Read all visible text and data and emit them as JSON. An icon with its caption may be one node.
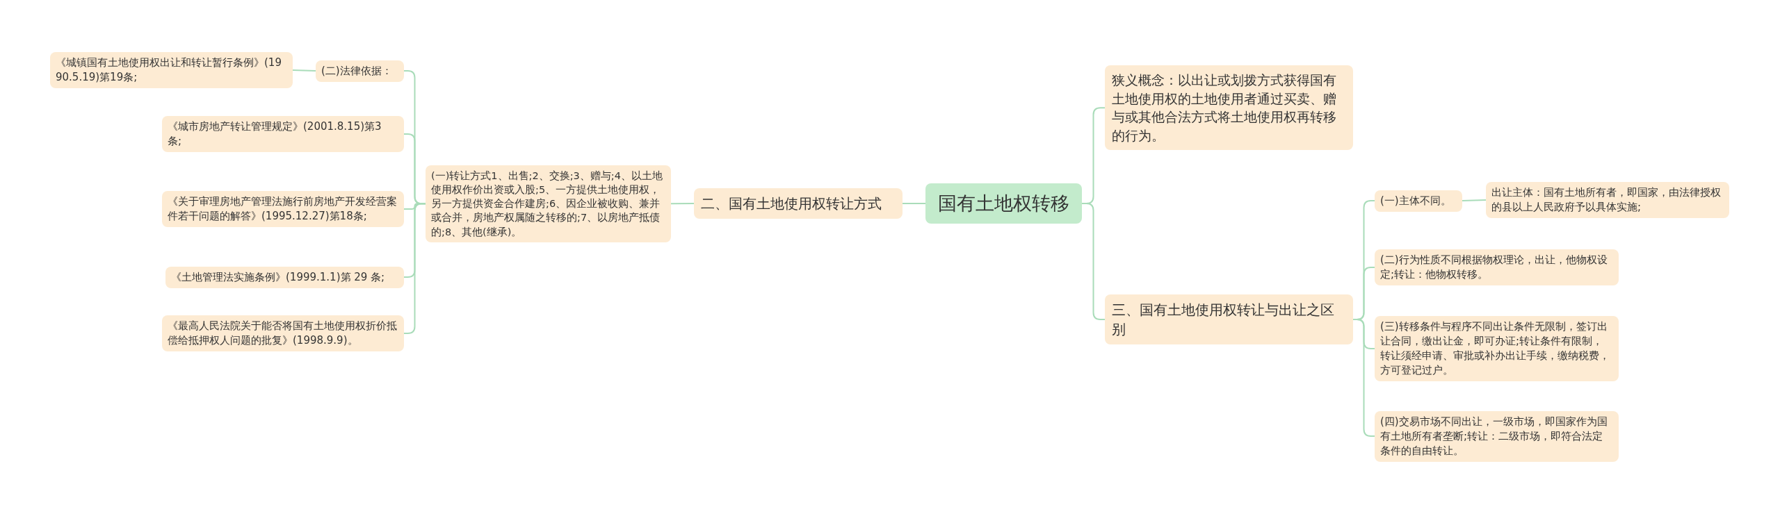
{
  "diagram": {
    "nodes": [
      {
        "text": [
          "国有土地权转移"
        ]
      },
      {
        "text": [
          "二、国有土地使用权转让方式"
        ]
      },
      {
        "text": [
          "(一)转让方式1、出售;2、交换;3、赠与;4、以土地使用权作价出资或入股;5、一方提供土地使用权，另一方提供资金合作建房;6、因企业被收购、兼并或合并，房地产权属随之转移的;7、以房地产抵债的;8、其他(继承)。"
        ]
      },
      {
        "text": [
          "(二)法律依据："
        ]
      },
      {
        "text": [
          "《城镇国有土地使用权出让和转让暂行条例》(1990.5.19)第19条;"
        ]
      },
      {
        "text": [
          "《城市房地产转让管理规定》(2001.8.15)第3 条;"
        ]
      },
      {
        "text": [
          "《关于审理房地产管理法施行前房地产开发经营案件若干问题的解答》(1995.12.27)第18条;"
        ]
      },
      {
        "text": [
          "《土地管理法实施条例》(1999.1.1)第 29 条;"
        ]
      },
      {
        "text": [
          "《最高人民法院关于能否将国有土地使用权折价抵偿给抵押权人问题的批复》(1998.9.9)。"
        ]
      },
      {
        "text": [
          "狭义概念：以出让或划拨方式获得国有土地使用权的土地使用者通过买卖、赠与或其他合法方式将土地使用权再转移的行为。"
        ]
      },
      {
        "text": [
          "三、国有土地使用权转让与出让之区别"
        ]
      },
      {
        "text": [
          "(一)主体不同。"
        ]
      },
      {
        "text": [
          "出让主体：国有土地所有者，即国家，由法律授权的县以上人民政府予以具体实施;"
        ]
      },
      {
        "text": [
          "(二)行为性质不同根据物权理论，出让，他物权设定;转让：他物权转移。"
        ]
      },
      {
        "text": [
          "(三)转移条件与程序不同出让条件无限制，签订出让合同，缴出让金，即可办证;转让条件有限制，转让须经申请、审批或补办出让手续，缴纳税费，方可登记过户。"
        ]
      },
      {
        "text": [
          "(四)交易市场不同出让，一级市场，即国家作为国有土地所有者垄断;转让：二级市场，即符合法定条件的自由转让。"
        ]
      }
    ],
    "edges": [
      {
        "from": 0,
        "to": 1,
        "arrow": "none"
      },
      {
        "from": 1,
        "to": 2,
        "arrow": "none"
      },
      {
        "from": 2,
        "to": 3,
        "arrow": "none"
      },
      {
        "from": 3,
        "to": 4,
        "arrow": "none"
      },
      {
        "from": 2,
        "to": 5,
        "arrow": "none"
      },
      {
        "from": 2,
        "to": 6,
        "arrow": "none"
      },
      {
        "from": 2,
        "to": 7,
        "arrow": "none"
      },
      {
        "from": 2,
        "to": 8,
        "arrow": "none"
      },
      {
        "from": 0,
        "to": 9,
        "arrow": "none"
      },
      {
        "from": 0,
        "to": 10,
        "arrow": "none"
      },
      {
        "from": 10,
        "to": 11,
        "arrow": "none"
      },
      {
        "from": 11,
        "to": 12,
        "arrow": "none"
      },
      {
        "from": 10,
        "to": 13,
        "arrow": "none"
      },
      {
        "from": 10,
        "to": 14,
        "arrow": "none"
      },
      {
        "from": 10,
        "to": 15,
        "arrow": "none"
      }
    ]
  }
}
